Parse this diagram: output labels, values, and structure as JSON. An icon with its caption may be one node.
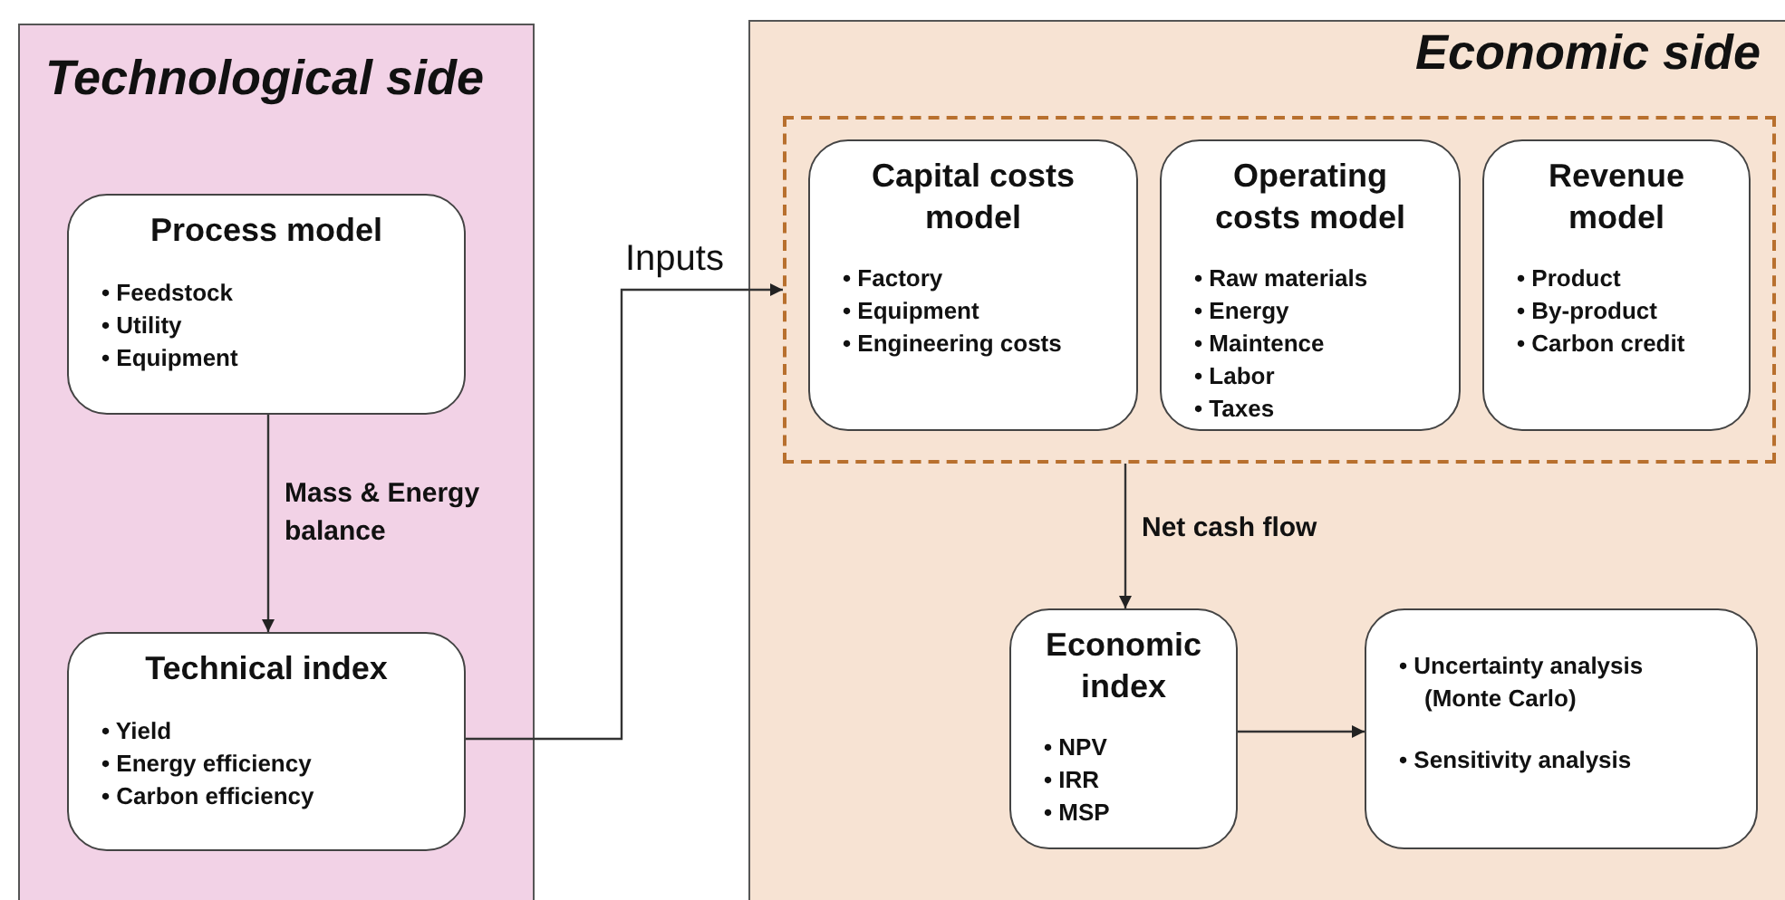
{
  "diagram": {
    "nodes": [
      {
        "text": [
          "Technological side"
        ]
      },
      {
        "text": [
          "Process model",
          "• Feedstock",
          "• Utility",
          "• Equipment"
        ],
        "in": 0
      },
      {
        "text": [
          "Technical index",
          "• Yield",
          "• Energy efficiency",
          "• Carbon efficiency"
        ],
        "in": 0
      },
      {
        "text": [
          "Economic side"
        ]
      },
      {
        "text": [],
        "shape": "box",
        "in": 3
      },
      {
        "text": [
          "Capital costs model",
          "• Factory",
          "• Equipment",
          "• Engineering costs"
        ],
        "in": 4
      },
      {
        "text": [
          "Operating costs model",
          "• Raw materials",
          "• Energy",
          "• Maintence",
          "• Labor",
          "• Taxes"
        ],
        "in": 4
      },
      {
        "text": [
          "Revenue model",
          "• Product",
          "• By-product",
          "• Carbon credit"
        ],
        "in": 4
      },
      {
        "text": [
          "Economic index",
          "• NPV",
          "• IRR",
          "• MSP"
        ],
        "in": 3
      },
      {
        "text": [
          "• Uncertainty analysis (Monte Carlo)",
          "• Sensitivity analysis"
        ],
        "in": 3
      }
    ],
    "edges": [
      {
        "from": 1,
        "to": 2,
        "arrow": "to",
        "label": "Mass & Energy balance"
      },
      {
        "from": 2,
        "to": 4,
        "arrow": "to",
        "label": "Inputs"
      },
      {
        "from": 4,
        "to": 8,
        "arrow": "to",
        "label": "Net cash flow"
      },
      {
        "from": 8,
        "to": 9,
        "arrow": "to"
      }
    ]
  }
}
